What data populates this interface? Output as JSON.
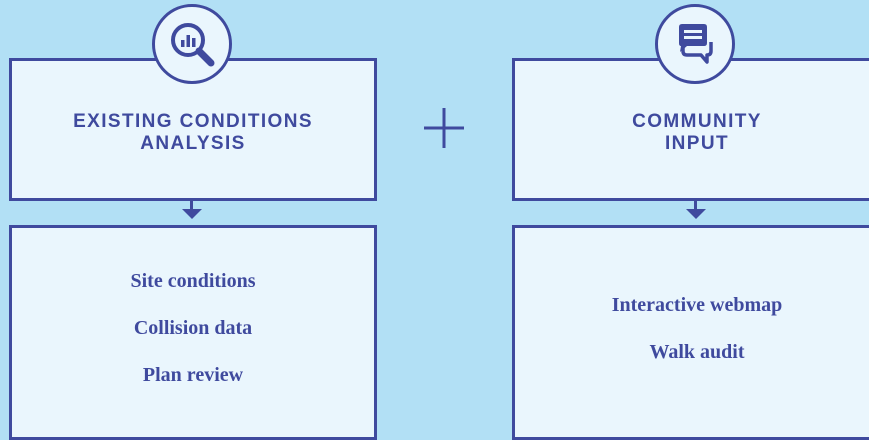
{
  "colors": {
    "background": "#b2e0f5",
    "box_fill": "#eaf6fd",
    "accent": "#3f4a9e"
  },
  "left_column": {
    "icon": "magnifier-chart-icon",
    "heading_line1": "EXISTING CONDITIONS",
    "heading_line2": "ANALYSIS",
    "items": [
      "Site conditions",
      "Collision data",
      "Plan review"
    ]
  },
  "connector": {
    "icon": "plus-icon"
  },
  "right_column": {
    "icon": "chat-bubbles-icon",
    "heading_line1": "COMMUNITY",
    "heading_line2": "INPUT",
    "items": [
      "Interactive webmap",
      "Walk audit"
    ]
  }
}
